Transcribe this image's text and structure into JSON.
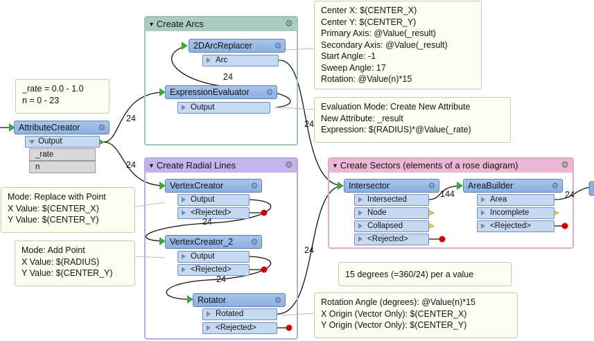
{
  "bookmarks": {
    "create_arcs": {
      "title": "Create Arcs",
      "color": "#9fc3b6"
    },
    "create_radial_lines": {
      "title": "Create Radial Lines",
      "color": "#b7a9e6"
    },
    "create_sectors": {
      "title": "Create Sectors (elements of a rose diagram)",
      "color": "#e3aac8"
    }
  },
  "transformers": {
    "attribute_creator": {
      "name": "AttributeCreator",
      "ports": [
        "Output"
      ],
      "attributes": [
        "_rate",
        "n"
      ]
    },
    "arc_replacer": {
      "name": "2DArcReplacer",
      "ports": [
        "Arc"
      ]
    },
    "expression_evaluator": {
      "name": "ExpressionEvaluator",
      "ports": [
        "Output"
      ]
    },
    "vertex_creator": {
      "name": "VertexCreator",
      "ports": [
        "Output",
        "<Rejected>"
      ]
    },
    "vertex_creator_2": {
      "name": "VertexCreator_2",
      "ports": [
        "Output",
        "<Rejected>"
      ]
    },
    "rotator": {
      "name": "Rotator",
      "ports": [
        "Rotated",
        "<Rejected>"
      ]
    },
    "intersector": {
      "name": "Intersector",
      "ports": [
        "Intersected",
        "Node",
        "Collapsed",
        "<Rejected>"
      ]
    },
    "area_builder": {
      "name": "AreaBuilder",
      "ports": [
        "Area",
        "Incomplete",
        "<Rejected>"
      ]
    }
  },
  "annotations": {
    "rate_n": "_rate = 0.0 - 1.0\nn = 0 - 23",
    "arc_params": "Center X: $(CENTER_X)\nCenter Y: $(CENTER_Y)\nPrimary Axis: @Value(_result)\nSecondary Axis: @Value(_result)\nStart Angle: -1\nSweep Angle: 17\nRotation: @Value(n)*15",
    "eval_params": "Evaluation Mode: Create New Attribute\nNew Attribute: _result\nExpression: $(RADIUS)*@Value(_rate)",
    "vertex1_params": "Mode: Replace with Point\nX Value: $(CENTER_X)\nY Value: $(CENTER_Y)",
    "vertex2_params": "Mode: Add Point\nX Value: $(RADIUS)\nY Value: $(CENTER_Y)",
    "degrees": "15 degrees (=360/24) per a value",
    "rotator_params": "Rotation Angle (degrees): @Value(n)*15\nX Origin (Vector Only): $(CENTER_X)\nY Origin (Vector Only): $(CENTER_Y)"
  },
  "counts": {
    "attr_to_arcs": "24",
    "attr_to_radial": "24",
    "arc_loop": "24",
    "arcs_to_intersector": "24",
    "vc1_to_vc2": "24",
    "vc2_to_rotator": "24",
    "rotator_to_intersector": "24",
    "intersected_to_area": "144",
    "area_out": "24"
  }
}
